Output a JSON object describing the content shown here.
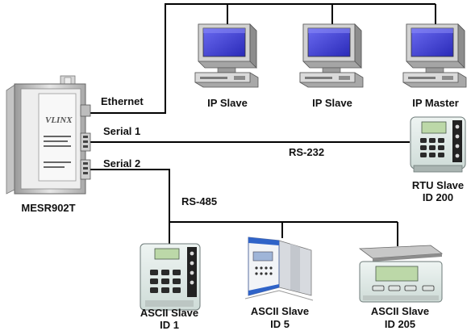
{
  "colors": {
    "line": "#000000",
    "screen": "#3d3dd8",
    "panel": "#dce7e4",
    "lcd": "#bcd8a8",
    "key": "#2a2a2a",
    "relay_blue": "#2f63c8"
  },
  "device": {
    "name": "MESR902T",
    "logo": "VLINX"
  },
  "links": {
    "ethernet": "Ethernet",
    "serial1": "Serial 1",
    "serial2": "Serial 2",
    "rs232": "RS-232",
    "rs485": "RS-485"
  },
  "ip_nodes": [
    {
      "label": "IP Slave",
      "icon": "desktop-computer-icon"
    },
    {
      "label": "IP Slave",
      "icon": "desktop-computer-icon"
    },
    {
      "label": "IP Master",
      "icon": "desktop-computer-icon"
    }
  ],
  "rtu": {
    "line1": "RTU Slave",
    "line2": "ID 200",
    "icon": "rtu-controller-icon"
  },
  "ascii": [
    {
      "line1": "ASCII Slave",
      "line2": "ID 1",
      "icon": "keypad-controller-icon"
    },
    {
      "line1": "ASCII Slave",
      "line2": "ID 5",
      "icon": "relay-module-icon"
    },
    {
      "line1": "ASCII Slave",
      "line2": "ID 205",
      "icon": "weighing-scale-icon"
    }
  ]
}
